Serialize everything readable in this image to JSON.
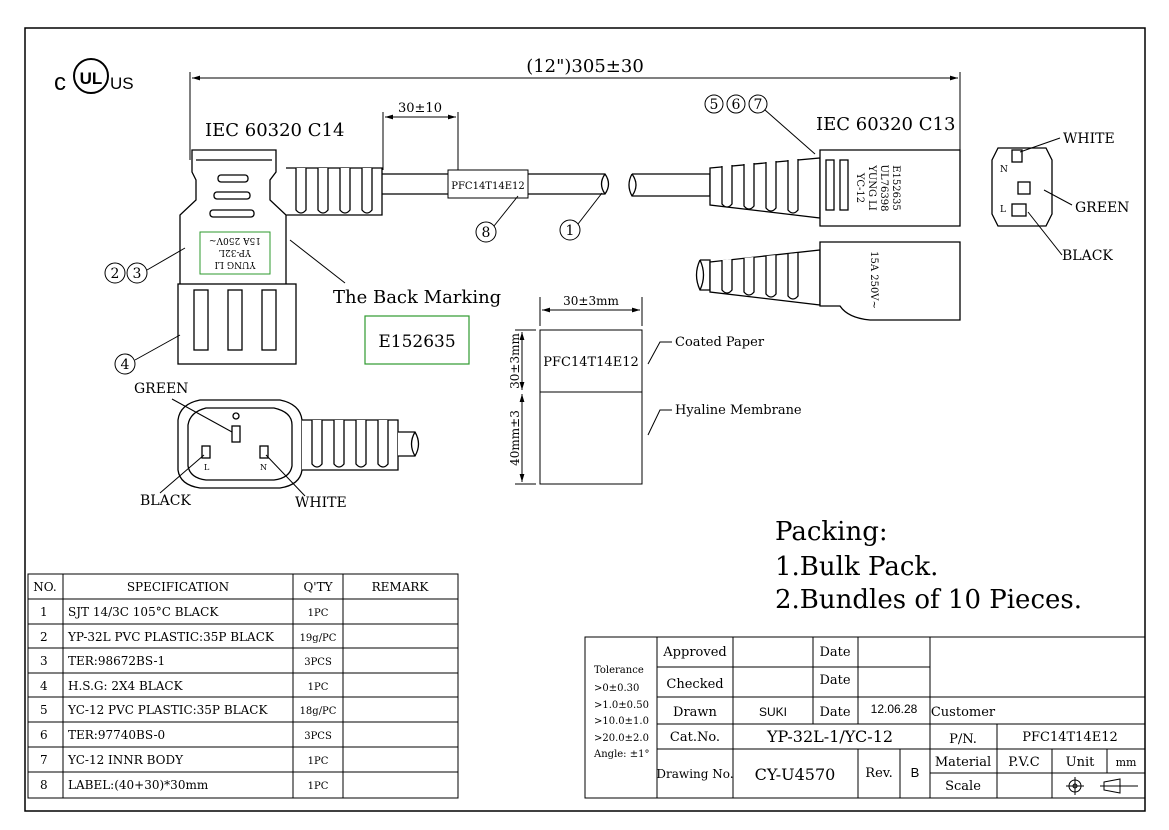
{
  "logo": {
    "left": "c",
    "right": "US",
    "mark": "UL"
  },
  "dimensions": {
    "overall": "(12\")305±30",
    "strip": "30±10",
    "label_width": "30±3mm",
    "label_paper_height": "30±3mm",
    "label_membrane_height": "40mm±3"
  },
  "connectors": {
    "left_title": "IEC 60320 C14",
    "right_title": "IEC 60320 C13",
    "back_marking_label": "The Back Marking",
    "back_marking_text": "E152635",
    "c14_marking": [
      "YUNG LI",
      "YP-32L",
      "15A 250V~"
    ],
    "c13_marking": [
      "E152635",
      "UL76398",
      "YUNG LI",
      "YC-12"
    ],
    "c13_rating": "15A 250V~"
  },
  "cable_label": "PFC14T14E12",
  "balloons": {
    "b1": "1",
    "b2": "2",
    "b3": "3",
    "b4": "4",
    "b5": "5",
    "b6": "6",
    "b7": "7",
    "b8": "8"
  },
  "pins": {
    "green": "GREEN",
    "black": "BLACK",
    "white": "WHITE",
    "L": "L",
    "N": "N"
  },
  "label_sample": {
    "text": "PFC14T14E12",
    "coated": "Coated Paper",
    "membrane": "Hyaline Membrane"
  },
  "packing": {
    "title": "Packing:",
    "line1": "1.Bulk Pack.",
    "line2": "2.Bundles of 10 Pieces."
  },
  "bom": {
    "headers": [
      "NO.",
      "SPECIFICATION",
      "Q'TY",
      "REMARK"
    ],
    "rows": [
      {
        "no": "1",
        "spec": "SJT 14/3C 105°C BLACK",
        "qty": "1PC",
        "remark": ""
      },
      {
        "no": "2",
        "spec": "YP-32L PVC PLASTIC:35P BLACK",
        "qty": "19g/PC",
        "remark": ""
      },
      {
        "no": "3",
        "spec": "TER:98672BS-1",
        "qty": "3PCS",
        "remark": ""
      },
      {
        "no": "4",
        "spec": "H.S.G: 2X4   BLACK",
        "qty": "1PC",
        "remark": ""
      },
      {
        "no": "5",
        "spec": "YC-12 PVC PLASTIC:35P BLACK",
        "qty": "18g/PC",
        "remark": ""
      },
      {
        "no": "6",
        "spec": "TER:97740BS-0",
        "qty": "3PCS",
        "remark": ""
      },
      {
        "no": "7",
        "spec": "YC-12 INNR BODY",
        "qty": "1PC",
        "remark": ""
      },
      {
        "no": "8",
        "spec": "LABEL:(40+30)*30mm",
        "qty": "1PC",
        "remark": ""
      }
    ]
  },
  "title_block": {
    "tolerance": [
      "Tolerance",
      ">0±0.30",
      ">1.0±0.50",
      ">10.0±1.0",
      ">20.0±2.0",
      "Angle: ±1°"
    ],
    "approved": "Approved",
    "checked": "Checked",
    "drawn": "Drawn",
    "drawn_by": "SUKI",
    "date_label": "Date",
    "date_value": "12.06.28",
    "cat_no_label": "Cat.No.",
    "cat_no": "YP-32L-1/YC-12",
    "drawing_no_label": "Drawing No.",
    "drawing_no": "CY-U4570",
    "rev_label": "Rev.",
    "rev": "B",
    "customer": "Customer",
    "pn_label": "P/N.",
    "pn": "PFC14T14E12",
    "material_label": "Material",
    "material": "P.V.C",
    "unit_label": "Unit",
    "unit": "mm",
    "scale_label": "Scale"
  }
}
